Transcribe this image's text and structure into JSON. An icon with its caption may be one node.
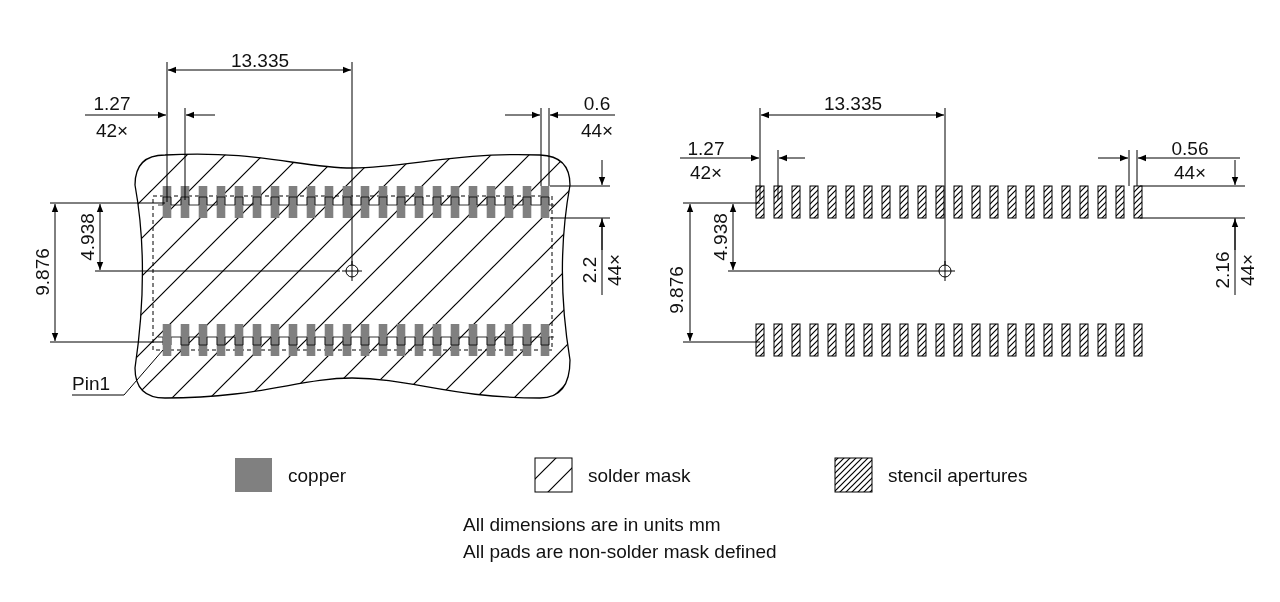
{
  "diagram": {
    "nodes": [
      {
        "text": [
          "Pin1"
        ]
      },
      {
        "text": [],
        "shape": "box"
      }
    ],
    "edges": [
      {
        "from": 0,
        "to": 1,
        "arrow": "none"
      }
    ],
    "labels": [
      "13.335",
      "1.27",
      "42×",
      "0.6",
      "44×",
      "4.938",
      "9.876",
      "2.2",
      "44×",
      "13.335",
      "1.27",
      "42×",
      "0.56",
      "44×",
      "4.938",
      "9.876",
      "2.16",
      "44×",
      "All dimensions are in units mm",
      "All pads are non-solder mask defined"
    ],
    "legend": [
      {
        "text": "copper",
        "color": "#808080"
      },
      {
        "text": "solder mask"
      },
      {
        "text": "stencil apertures"
      }
    ]
  }
}
